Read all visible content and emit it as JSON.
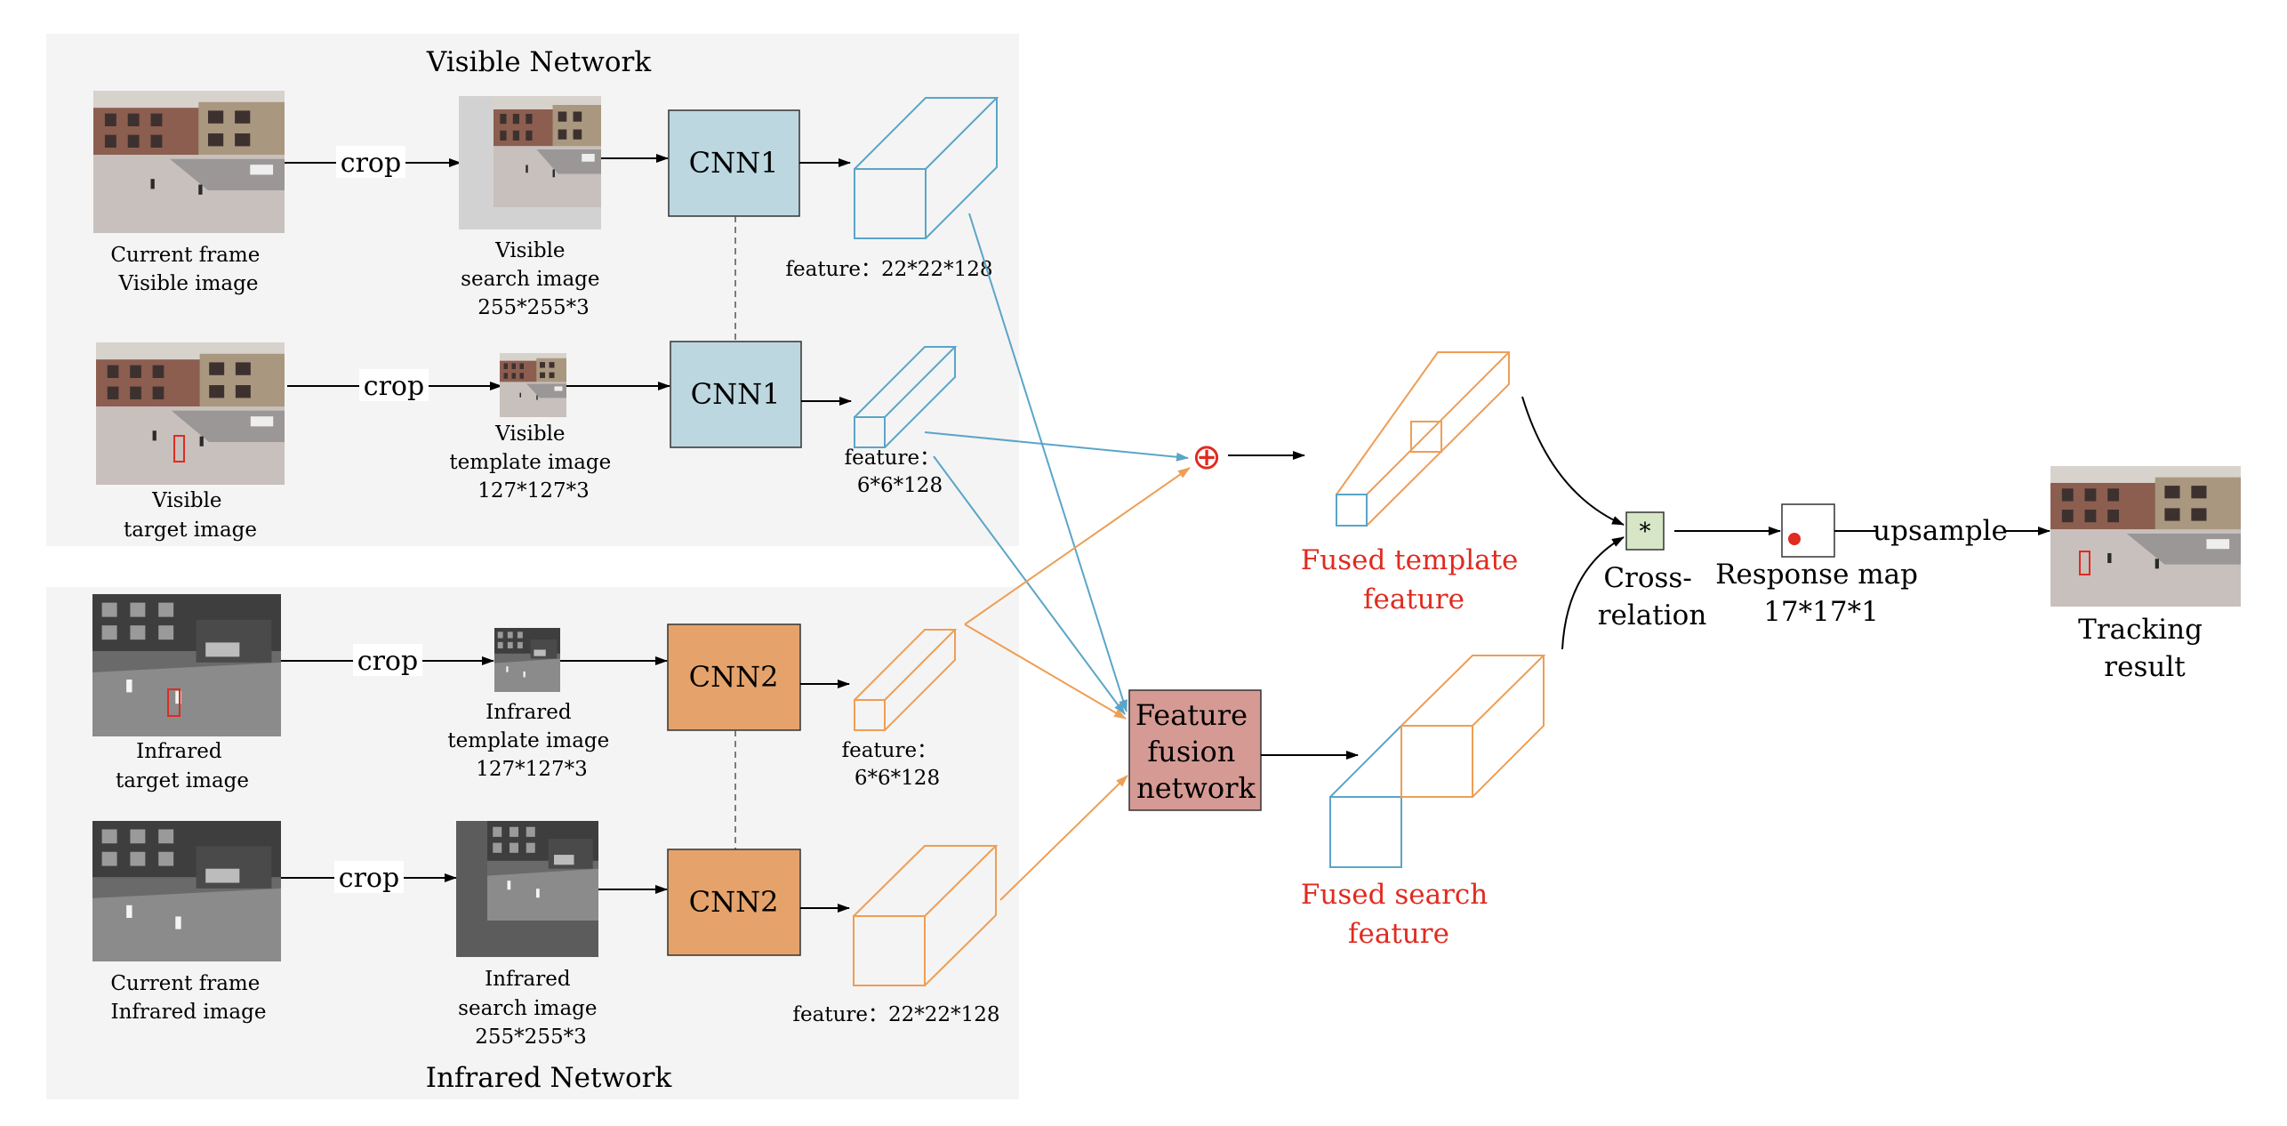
{
  "visible_network": {
    "title": "Visible Network",
    "crop_label": "crop",
    "current_frame_caption": [
      "Current frame",
      "Visible image"
    ],
    "search_image_caption": [
      "Visible",
      "search image",
      "255*255*3"
    ],
    "target_image_caption": [
      "Visible",
      "target image"
    ],
    "template_image_caption": [
      "Visible",
      "template image",
      "127*127*3"
    ],
    "cnn_label": "CNN1",
    "search_feature_label": "feature：22*22*128",
    "template_feature_label": [
      "feature：",
      "6*6*128"
    ]
  },
  "infrared_network": {
    "title": "Infrared Network",
    "crop_label": "crop",
    "target_image_caption": [
      "Infrared",
      "target image"
    ],
    "template_image_caption": [
      "Infrared",
      "template image",
      "127*127*3"
    ],
    "current_frame_caption": [
      "Current frame",
      "Infrared image"
    ],
    "search_image_caption": [
      "Infrared",
      "search image",
      "255*255*3"
    ],
    "cnn_label": "CNN2",
    "template_feature_label": [
      "feature：",
      "6*6*128"
    ],
    "search_feature_label": "feature：22*22*128"
  },
  "fusion": {
    "add_symbol": "⊕",
    "network_label": [
      "Feature",
      "fusion",
      "network"
    ],
    "fused_template_label": [
      "Fused template",
      "feature"
    ],
    "fused_search_label": [
      "Fused search",
      "feature"
    ]
  },
  "tracking": {
    "xcorr_symbol": "*",
    "xcorr_label": [
      "Cross-",
      "relation"
    ],
    "response_label": [
      "Response map",
      "17*17*1"
    ],
    "upsample_label": "upsample",
    "result_label": [
      "Tracking",
      "result"
    ]
  },
  "colors": {
    "panel_bg": "#f4f4f4",
    "visible_cnn": "#bcd7e0",
    "infrared_cnn": "#e5a36b",
    "fusion_box": "#d59a94",
    "xcorr_box": "#d7e6c6",
    "visible_line": "#5aa5c8",
    "infrared_line": "#ee9e55",
    "fused_label": "#e02b20",
    "response_dot": "#e02b20"
  }
}
